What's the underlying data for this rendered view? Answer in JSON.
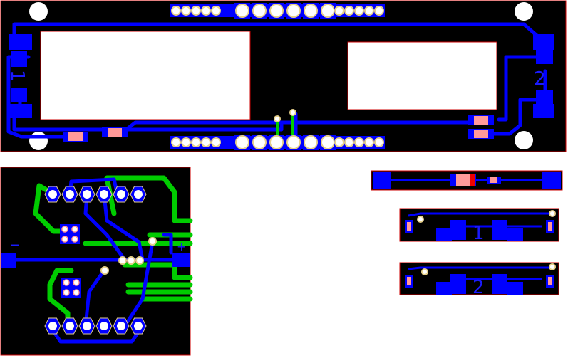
{
  "colors": {
    "background": "#ffffff",
    "board": "#000000",
    "outline": "#cc0000",
    "copper_top": "#0000ff",
    "copper_bottom": "#00cc00",
    "pad_fill": "#0000ff",
    "pad_ring": "#e6d08a",
    "hole": "#ffffff",
    "part_body": "#ff9999"
  },
  "labels": {
    "main_left_number": "1",
    "main_right_number": "2",
    "minus_sign": "−",
    "plus_sign": "+",
    "module1_number": "1",
    "module2_number": "2"
  },
  "icons": [
    "mounting-hole-icon",
    "pin-header-icon",
    "smd-resistor-icon",
    "via-icon"
  ]
}
